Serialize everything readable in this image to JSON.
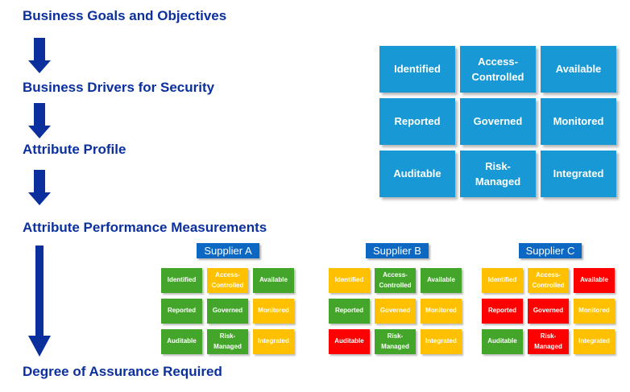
{
  "colors": {
    "heading_navy": "#0B309E",
    "arrow_navy": "#0B309E",
    "attribute_box_blue": "#1899D6",
    "supplier_header_blue": "#0D68C4",
    "status_green": "#43A62A",
    "status_amber": "#FFC000",
    "status_red": "#FF0000"
  },
  "flow": {
    "steps": [
      "Business Goals and Objectives",
      "Business Drivers for Security",
      "Attribute Profile",
      "Attribute Performance Measurements",
      "Degree of Assurance Required"
    ]
  },
  "attribute_grid": {
    "cells": [
      "Identified",
      "Access-\nControlled",
      "Available",
      "Reported",
      "Governed",
      "Monitored",
      "Auditable",
      "Risk-\nManaged",
      "Integrated"
    ]
  },
  "suppliers": [
    {
      "name": "Supplier A",
      "cells": [
        {
          "label": "Identified",
          "status": "green"
        },
        {
          "label": "Access-\nControlled",
          "status": "amber"
        },
        {
          "label": "Available",
          "status": "green"
        },
        {
          "label": "Reported",
          "status": "green"
        },
        {
          "label": "Governed",
          "status": "green"
        },
        {
          "label": "Monitored",
          "status": "amber"
        },
        {
          "label": "Auditable",
          "status": "green"
        },
        {
          "label": "Risk-\nManaged",
          "status": "green"
        },
        {
          "label": "Integrated",
          "status": "amber"
        }
      ]
    },
    {
      "name": "Supplier B",
      "cells": [
        {
          "label": "Identified",
          "status": "amber"
        },
        {
          "label": "Access-\nControlled",
          "status": "green"
        },
        {
          "label": "Available",
          "status": "green"
        },
        {
          "label": "Reported",
          "status": "green"
        },
        {
          "label": "Governed",
          "status": "amber"
        },
        {
          "label": "Monitored",
          "status": "amber"
        },
        {
          "label": "Auditable",
          "status": "red"
        },
        {
          "label": "Risk-\nManaged",
          "status": "green"
        },
        {
          "label": "Integrated",
          "status": "amber"
        }
      ]
    },
    {
      "name": "Supplier C",
      "cells": [
        {
          "label": "Identified",
          "status": "amber"
        },
        {
          "label": "Access-\nControlled",
          "status": "amber"
        },
        {
          "label": "Available",
          "status": "red"
        },
        {
          "label": "Reported",
          "status": "red"
        },
        {
          "label": "Governed",
          "status": "red"
        },
        {
          "label": "Monitored",
          "status": "amber"
        },
        {
          "label": "Auditable",
          "status": "green"
        },
        {
          "label": "Risk-\nManaged",
          "status": "red"
        },
        {
          "label": "Integrated",
          "status": "amber"
        }
      ]
    }
  ]
}
